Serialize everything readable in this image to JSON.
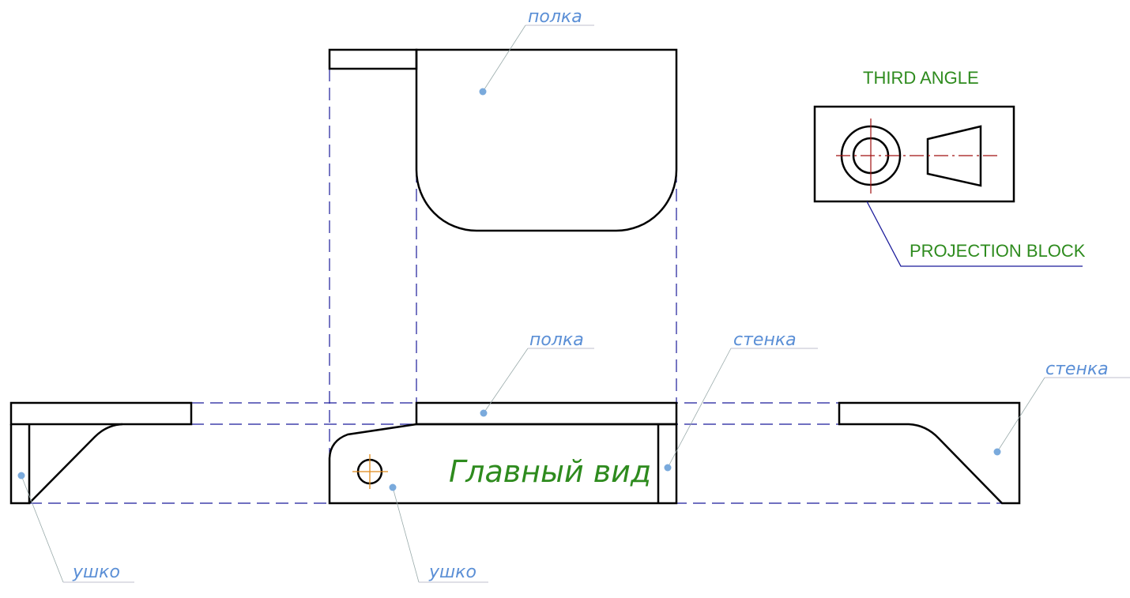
{
  "title": "Главный вид",
  "labels": {
    "top_shelf": "полка",
    "front_shelf": "полка",
    "front_wall": "стенка",
    "side_wall": "стенка",
    "left_ear": "ушко",
    "front_ear": "ушко"
  },
  "projection": {
    "heading": "THIRD ANGLE",
    "caption": "PROJECTION BLOCK"
  },
  "colors": {
    "object": "#000000",
    "hidden": "#1a1a9a",
    "label": "#5b8fd6",
    "note": "#2e8b1e",
    "centerline": "#a01010",
    "hole_cross": "#e08a1a"
  }
}
